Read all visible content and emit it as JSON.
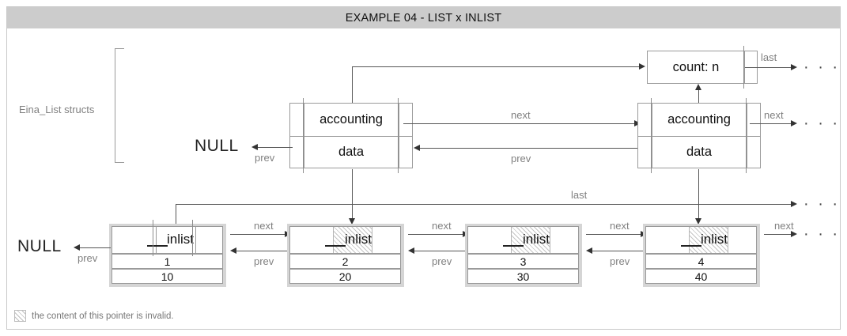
{
  "title": "EXAMPLE 04 - LIST x INLIST",
  "side_label": "Eina_List structs",
  "null_labels": {
    "top": "NULL",
    "bottom": "NULL"
  },
  "ellipsis": "· · ·",
  "arrow_labels": {
    "last_top": "last",
    "next_top": "next",
    "prev_top": "prev",
    "next_acc_right": "next",
    "prev_acc_left": "prev",
    "last_bottom": "last",
    "next1": "next",
    "prev1": "prev",
    "next2": "next",
    "prev2": "prev",
    "next3": "next",
    "prev3": "prev",
    "next4": "next",
    "prev_null": "prev"
  },
  "count_box": {
    "label": "count: n"
  },
  "list_structs": [
    {
      "id": "list-struct-1",
      "accounting": "accounting",
      "data": "data"
    },
    {
      "id": "list-struct-2",
      "accounting": "accounting",
      "data": "data"
    }
  ],
  "inlist_nodes": [
    {
      "id": "inlist-node-1",
      "pointer": "inlist",
      "invalid": false,
      "value": "1",
      "data": "10"
    },
    {
      "id": "inlist-node-2",
      "pointer": "inlist",
      "invalid": true,
      "value": "2",
      "data": "20"
    },
    {
      "id": "inlist-node-3",
      "pointer": "inlist",
      "invalid": true,
      "value": "3",
      "data": "30"
    },
    {
      "id": "inlist-node-4",
      "pointer": "inlist",
      "invalid": true,
      "value": "4",
      "data": "40"
    }
  ],
  "legend": {
    "text": "the content of this pointer is invalid."
  },
  "colors": {
    "title_bar": "#cccccc",
    "frame_border": "#c9c9c9",
    "node_shadow": "#d5d5d5",
    "box_border": "#9a9a9a",
    "line": "#555555",
    "label_gray": "#808080",
    "text_dark": "#111111"
  }
}
